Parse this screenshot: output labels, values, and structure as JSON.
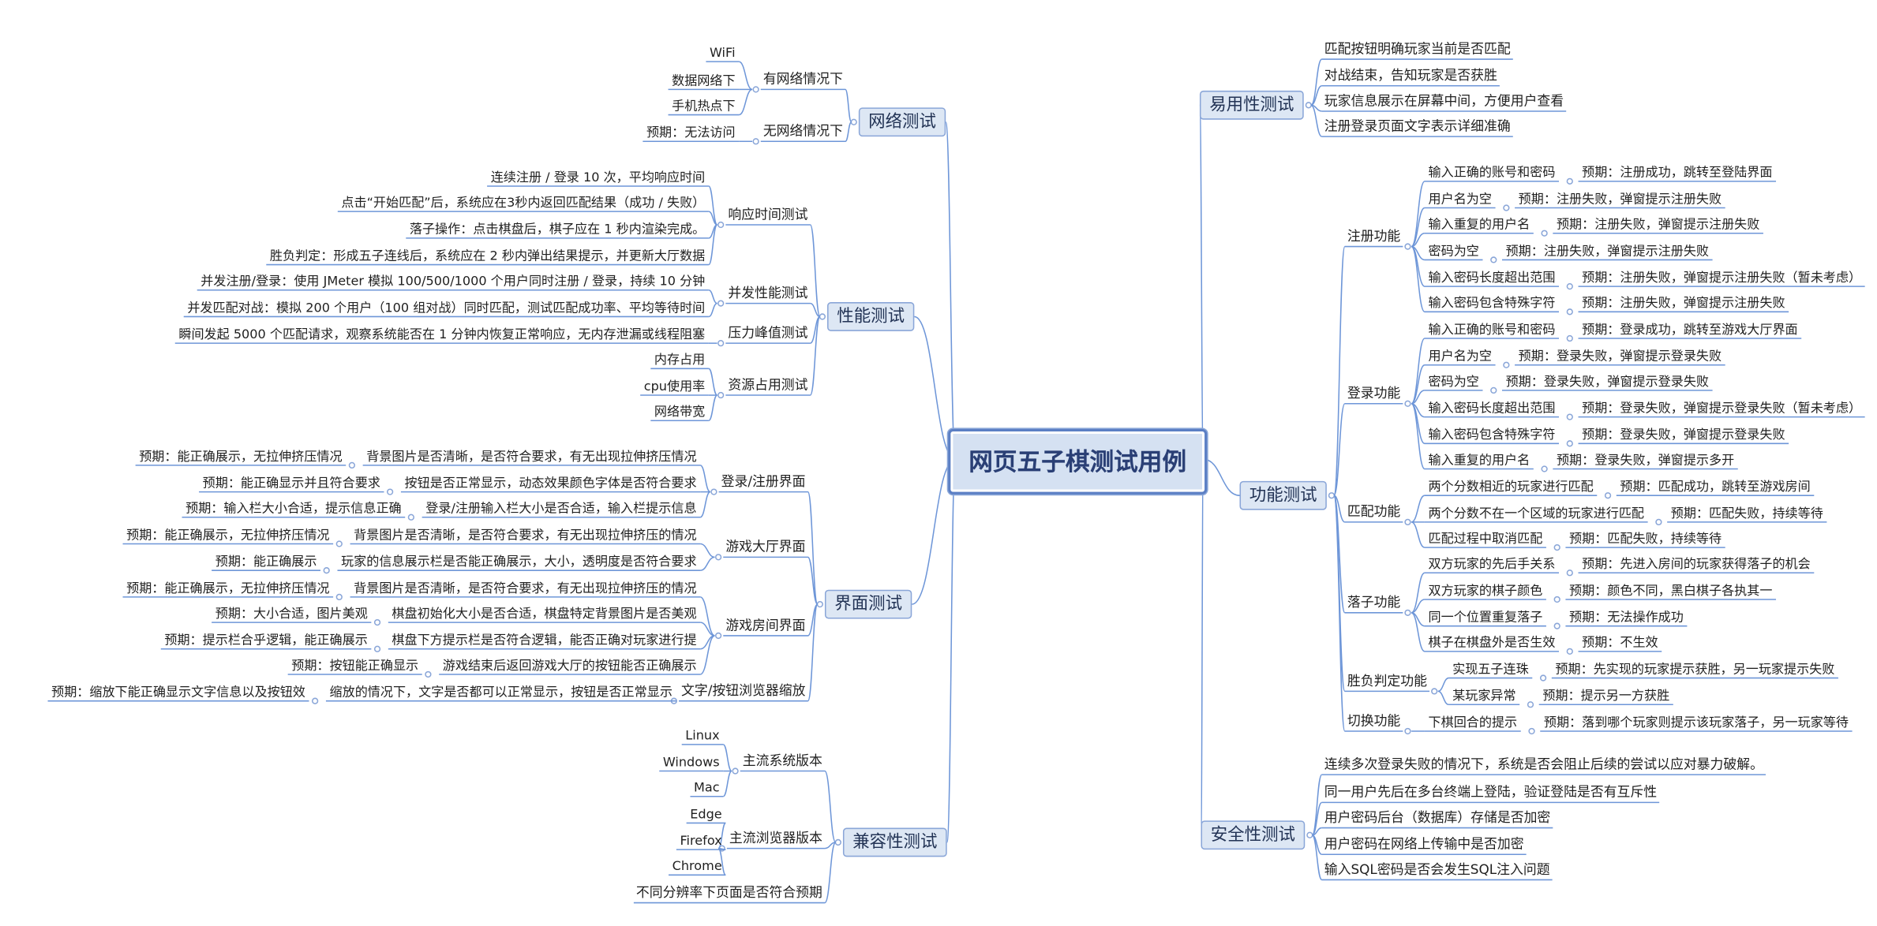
{
  "root": "网页五子棋测试用例",
  "colors": {
    "line": "#6e96d8",
    "root_bg": "#d5e1f2",
    "root_border": "#5b7fc4",
    "node_bg": "#dde7f4"
  },
  "branches": [
    {
      "label": "网络测试",
      "children": [
        {
          "label": "有网络情况下",
          "children": [
            "WiFi",
            "数据网络下",
            "手机热点下"
          ]
        },
        {
          "label": "无网络情况下",
          "children": [
            "预期：无法访问"
          ]
        }
      ]
    },
    {
      "label": "性能测试",
      "children": [
        {
          "label": "响应时间测试",
          "children": [
            "连续注册 / 登录 10 次，平均响应时间",
            "点击“开始匹配”后，系统应在3秒内返回匹配结果（成功 / 失败）",
            "落子操作：点击棋盘后，棋子应在 1 秒内渲染完成。",
            "胜负判定：形成五子连线后，系统应在 2 秒内弹出结果提示，并更新大厅数据"
          ]
        },
        {
          "label": "并发性能测试",
          "children": [
            "并发注册/登录：使用 JMeter 模拟 100/500/1000 个用户同时注册 / 登录，持续 10 分钟",
            "并发匹配对战：模拟 200 个用户（100 组对战）同时匹配，测试匹配成功率、平均等待时间"
          ]
        },
        {
          "label": "压力峰值测试",
          "children": [
            "瞬间发起 5000 个匹配请求，观察系统能否在 1 分钟内恢复正常响应，无内存泄漏或线程阻塞"
          ]
        },
        {
          "label": "资源占用测试",
          "children": [
            "内存占用",
            "cpu使用率",
            "网络带宽"
          ]
        }
      ]
    },
    {
      "label": "界面测试",
      "children": [
        {
          "label": "登录/注册界面",
          "children": [
            [
              "背景图片是否清晰，是否符合要求，有无出现拉伸挤压情况",
              "预期：能正确展示，无拉伸挤压情况"
            ],
            [
              "按钮是否正常显示，动态效果颜色字体是否符合要求",
              "预期：能正确显示并且符合要求"
            ],
            [
              "登录/注册输入栏大小是否合适，输入栏提示信息",
              "预期：输入栏大小合适，提示信息正确"
            ]
          ]
        },
        {
          "label": "游戏大厅界面",
          "children": [
            [
              "背景图片是否清晰，是否符合要求，有无出现拉伸挤压的情况",
              "预期：能正确展示，无拉伸挤压情况"
            ],
            [
              "玩家的信息展示栏是否能正确展示，大小，透明度是否符合要求",
              "预期：能正确展示"
            ]
          ]
        },
        {
          "label": "游戏房间界面",
          "children": [
            [
              "背景图片是否清晰，是否符合要求，有无出现拉伸挤压的情况",
              "预期：能正确展示，无拉伸挤压情况"
            ],
            [
              "棋盘初始化大小是否合适，棋盘特定背景图片是否美观",
              "预期：大小合适，图片美观"
            ],
            [
              "棋盘下方提示栏是否符合逻辑，能否正确对玩家进行提",
              "预期：提示栏合乎逻辑，能正确展示"
            ],
            [
              "游戏结束后返回游戏大厅的按钮能否正确展示",
              "预期：按钮能正确显示"
            ]
          ]
        },
        {
          "label": "文字/按钮浏览器缩放",
          "children": [
            [
              "缩放的情况下，文字是否都可以正常显示，按钮是否正常显示",
              "预期：缩放下能正确显示文字信息以及按钮效"
            ]
          ]
        }
      ]
    },
    {
      "label": "兼容性测试",
      "children": [
        {
          "label": "主流系统版本",
          "children": [
            "Linux",
            "Windows",
            "Mac"
          ]
        },
        {
          "label": "主流浏览器版本",
          "children": [
            "Edge",
            "Firefox",
            "Chrome"
          ]
        },
        {
          "label": "不同分辨率下页面是否符合预期",
          "children": []
        }
      ]
    },
    {
      "label": "易用性测试",
      "children": [
        {
          "label": "匹配按钮明确玩家当前是否匹配",
          "children": []
        },
        {
          "label": "对战结束，告知玩家是否获胜",
          "children": []
        },
        {
          "label": "玩家信息展示在屏幕中间，方便用户查看",
          "children": []
        },
        {
          "label": "注册登录页面文字表示详细准确",
          "children": []
        }
      ]
    },
    {
      "label": "功能测试",
      "children": [
        {
          "label": "注册功能",
          "children": [
            [
              "输入正确的账号和密码",
              "预期：注册成功，跳转至登陆界面"
            ],
            [
              "用户名为空",
              "预期：注册失败，弹窗提示注册失败"
            ],
            [
              "输入重复的用户名",
              "预期：注册失败，弹窗提示注册失败"
            ],
            [
              "密码为空",
              "预期：注册失败，弹窗提示注册失败"
            ],
            [
              "输入密码长度超出范围",
              "预期：注册失败，弹窗提示注册失败（暂未考虑）"
            ],
            [
              "输入密码包含特殊字符",
              "预期：注册失败，弹窗提示注册失败"
            ]
          ]
        },
        {
          "label": "登录功能",
          "children": [
            [
              "输入正确的账号和密码",
              "预期：登录成功，跳转至游戏大厅界面"
            ],
            [
              "用户名为空",
              "预期：登录失败，弹窗提示登录失败"
            ],
            [
              "密码为空",
              "预期：登录失败，弹窗提示登录失败"
            ],
            [
              "输入密码长度超出范围",
              "预期：登录失败，弹窗提示登录失败（暂未考虑）"
            ],
            [
              "输入密码包含特殊字符",
              "预期：登录失败，弹窗提示登录失败"
            ],
            [
              "输入重复的用户名",
              "预期：登录失败，弹窗提示多开"
            ]
          ]
        },
        {
          "label": "匹配功能",
          "children": [
            [
              "两个分数相近的玩家进行匹配",
              "预期：匹配成功，跳转至游戏房间"
            ],
            [
              "两个分数不在一个区域的玩家进行匹配",
              "预期：匹配失败，持续等待"
            ],
            [
              "匹配过程中取消匹配",
              "预期：匹配失败，持续等待"
            ]
          ]
        },
        {
          "label": "落子功能",
          "children": [
            [
              "双方玩家的先后手关系",
              "预期：先进入房间的玩家获得落子的机会"
            ],
            [
              "双方玩家的棋子颜色",
              "预期：颜色不同，黑白棋子各执其一"
            ],
            [
              "同一个位置重复落子",
              "预期：无法操作成功"
            ],
            [
              "棋子在棋盘外是否生效",
              "预期：不生效"
            ]
          ]
        },
        {
          "label": "胜负判定功能",
          "children": [
            [
              "实现五子连珠",
              "预期：先实现的玩家提示获胜，另一玩家提示失败"
            ],
            [
              "某玩家异常",
              "预期：提示另一方获胜"
            ]
          ]
        },
        {
          "label": "切换功能",
          "children": [
            [
              "下棋回合的提示",
              "预期：落到哪个玩家则提示该玩家落子，另一玩家等待"
            ]
          ]
        }
      ]
    },
    {
      "label": "安全性测试",
      "children": [
        {
          "label": "连续多次登录失败的情况下，系统是否会阻止后续的尝试以应对暴力破解。",
          "children": []
        },
        {
          "label": "同一用户先后在多台终端上登陆，验证登陆是否有互斥性",
          "children": []
        },
        {
          "label": "用户密码后台（数据库）存储是否加密",
          "children": []
        },
        {
          "label": "用户密码在网络上传输中是否加密",
          "children": []
        },
        {
          "label": "输入SQL密码是否会发生SQL注入问题",
          "children": []
        }
      ]
    }
  ]
}
